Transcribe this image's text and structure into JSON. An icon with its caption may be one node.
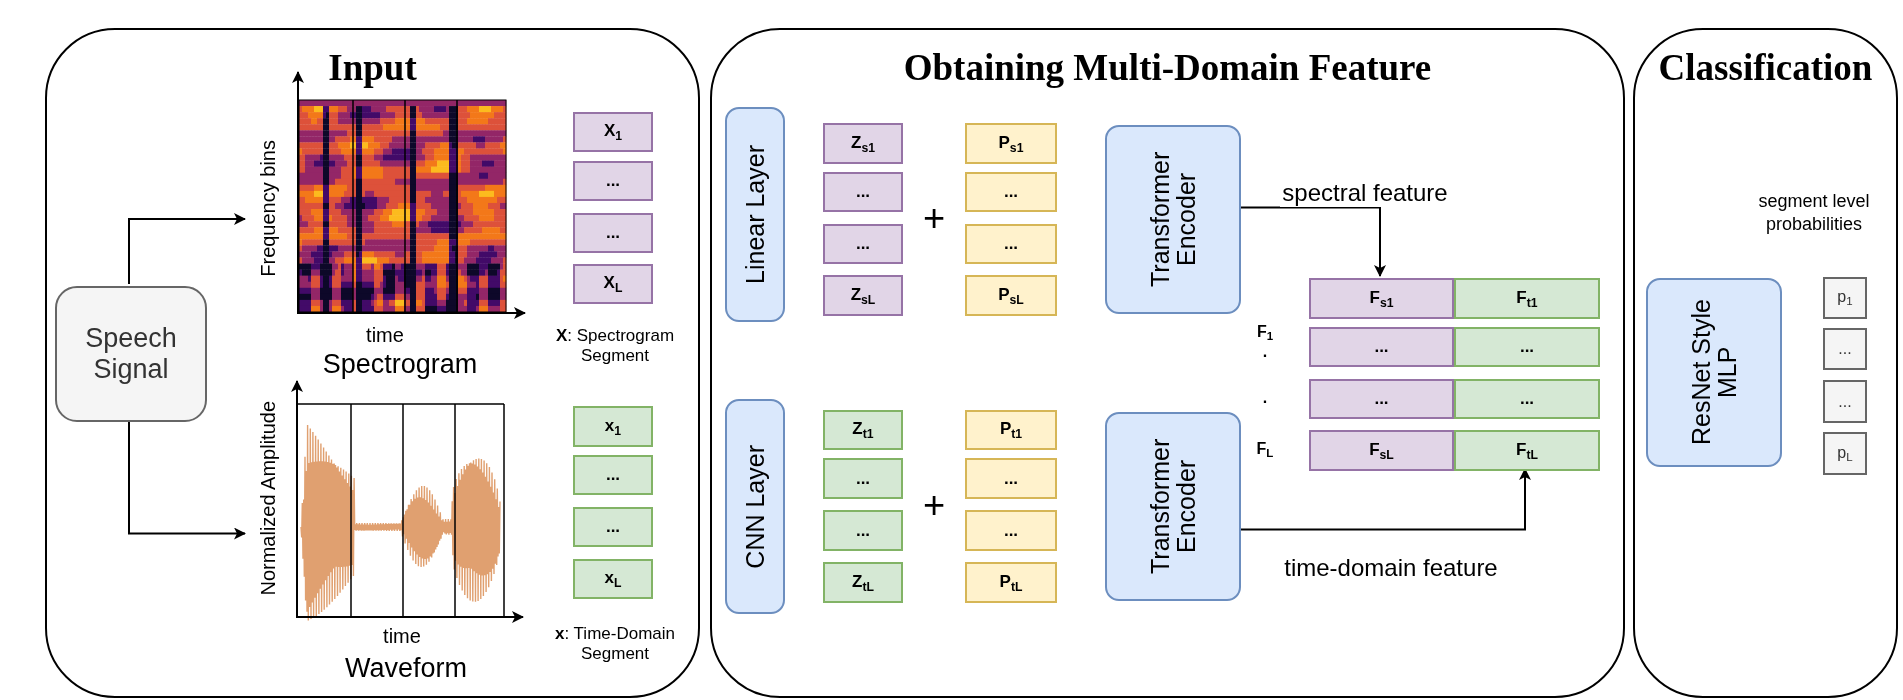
{
  "diagram": {
    "nodes": [
      {
        "text": [
          "Input"
        ]
      },
      {
        "text": [
          "Speech Signal"
        ],
        "in": 0
      },
      {
        "text": [
          "Spectrogram"
        ],
        "in": 0
      },
      {
        "text": [
          "X$_{1}$"
        ],
        "in": 0
      },
      {
        "text": [
          "..."
        ],
        "in": 0
      },
      {
        "text": [
          "..."
        ],
        "in": 0
      },
      {
        "text": [
          "X$_{L}$"
        ],
        "in": 0
      },
      {
        "text": [
          "Waveform"
        ],
        "in": 0
      },
      {
        "text": [
          "x$_{1}$"
        ],
        "in": 0
      },
      {
        "text": [
          "..."
        ],
        "in": 0
      },
      {
        "text": [
          "..."
        ],
        "in": 0
      },
      {
        "text": [
          "x$_{L}$"
        ],
        "in": 0
      },
      {
        "text": [
          "Obtaining Multi-Domain Feature"
        ]
      },
      {
        "text": [
          "Linear Layer"
        ],
        "in": 12
      },
      {
        "text": [
          "Z$_{s1}$"
        ],
        "in": 12
      },
      {
        "text": [
          "..."
        ],
        "in": 12
      },
      {
        "text": [
          "..."
        ],
        "in": 12
      },
      {
        "text": [
          "Z$_{sL}$"
        ],
        "in": 12
      },
      {
        "text": [
          "P$_{s1}$"
        ],
        "in": 12
      },
      {
        "text": [
          "..."
        ],
        "in": 12
      },
      {
        "text": [
          "..."
        ],
        "in": 12
      },
      {
        "text": [
          "P$_{sL}$"
        ],
        "in": 12
      },
      {
        "text": [
          "Transformer Encoder"
        ],
        "in": 12
      },
      {
        "text": [
          "CNN Layer"
        ],
        "in": 12
      },
      {
        "text": [
          "Z$_{t1}$"
        ],
        "in": 12
      },
      {
        "text": [
          "..."
        ],
        "in": 12
      },
      {
        "text": [
          "..."
        ],
        "in": 12
      },
      {
        "text": [
          "Z$_{tL}$"
        ],
        "in": 12
      },
      {
        "text": [
          "P$_{t1}$"
        ],
        "in": 12
      },
      {
        "text": [
          "..."
        ],
        "in": 12
      },
      {
        "text": [
          "..."
        ],
        "in": 12
      },
      {
        "text": [
          "P$_{tL}$"
        ],
        "in": 12
      },
      {
        "text": [
          "Transformer Encoder"
        ],
        "in": 12
      },
      {
        "text": [
          "F$_{s1}$"
        ],
        "in": 12
      },
      {
        "text": [
          "F$_{t1}$"
        ],
        "in": 12
      },
      {
        "text": [
          "..."
        ],
        "in": 12
      },
      {
        "text": [
          "..."
        ],
        "in": 12
      },
      {
        "text": [
          "..."
        ],
        "in": 12
      },
      {
        "text": [
          "..."
        ],
        "in": 12
      },
      {
        "text": [
          "F$_{sL}$"
        ],
        "in": 12
      },
      {
        "text": [
          "F$_{tL}$"
        ],
        "in": 12
      },
      {
        "text": [
          "Classification"
        ]
      },
      {
        "text": [
          "ResNet Style MLP"
        ],
        "in": 41
      },
      {
        "text": [
          "p$_{1}$"
        ],
        "in": 41
      },
      {
        "text": [
          "..."
        ],
        "in": 41
      },
      {
        "text": [
          "..."
        ],
        "in": 41
      },
      {
        "text": [
          "p$_{L}$"
        ],
        "in": 41
      }
    ],
    "edges": [
      {
        "from": 1,
        "to": 2,
        "arrow": "to"
      },
      {
        "from": 1,
        "to": 7,
        "arrow": "to"
      },
      {
        "from": 22,
        "to": 33,
        "arrow": "to",
        "label": "spectral feature"
      },
      {
        "from": 32,
        "to": 40,
        "arrow": "to",
        "label": "time-domain feature"
      }
    ],
    "labels": [
      "Frequency bins",
      "time",
      "**X**: Spectrogram Segment",
      "Normalized Amplitude",
      "time",
      "**x**: Time-Domain Segment",
      "+",
      "+",
      "F$_{1}$",
      ".",
      ".",
      "F$_{L}$",
      "segment level probabilities"
    ]
  }
}
